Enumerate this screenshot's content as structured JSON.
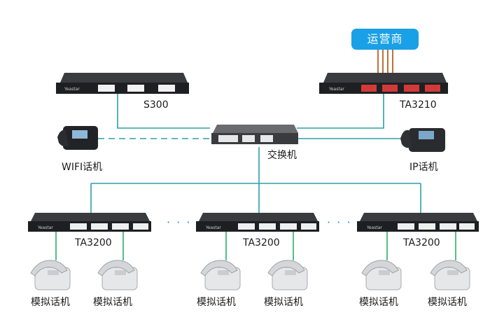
{
  "carrier": {
    "label": "运营商"
  },
  "devices": {
    "s300": {
      "label": "S300",
      "brand": "Yeastar"
    },
    "ta3210": {
      "label": "TA3210",
      "brand": "Yeastar"
    },
    "switch": {
      "label": "交换机"
    },
    "wifi_phone": {
      "label": "WIFI话机"
    },
    "ip_phone": {
      "label": "IP话机"
    },
    "gateways": [
      {
        "label": "TA3200",
        "brand": "Yeastar"
      },
      {
        "label": "TA3200",
        "brand": "Yeastar"
      },
      {
        "label": "TA3200",
        "brand": "Yeastar"
      }
    ],
    "analog_phones": [
      {
        "label": "模拟话机"
      },
      {
        "label": "模拟话机"
      },
      {
        "label": "模拟话机"
      },
      {
        "label": "模拟话机"
      },
      {
        "label": "模拟话机"
      },
      {
        "label": "模拟话机"
      }
    ]
  },
  "ellipsis": "· · ·",
  "colors": {
    "lan_line": "#2aa0a8",
    "phone_line": "#2ab069",
    "trunk_line": "#c0703a",
    "carrier_bg": "#1aa0e6",
    "device_body": "#1e1f22",
    "port_red": "#d23a3a"
  }
}
